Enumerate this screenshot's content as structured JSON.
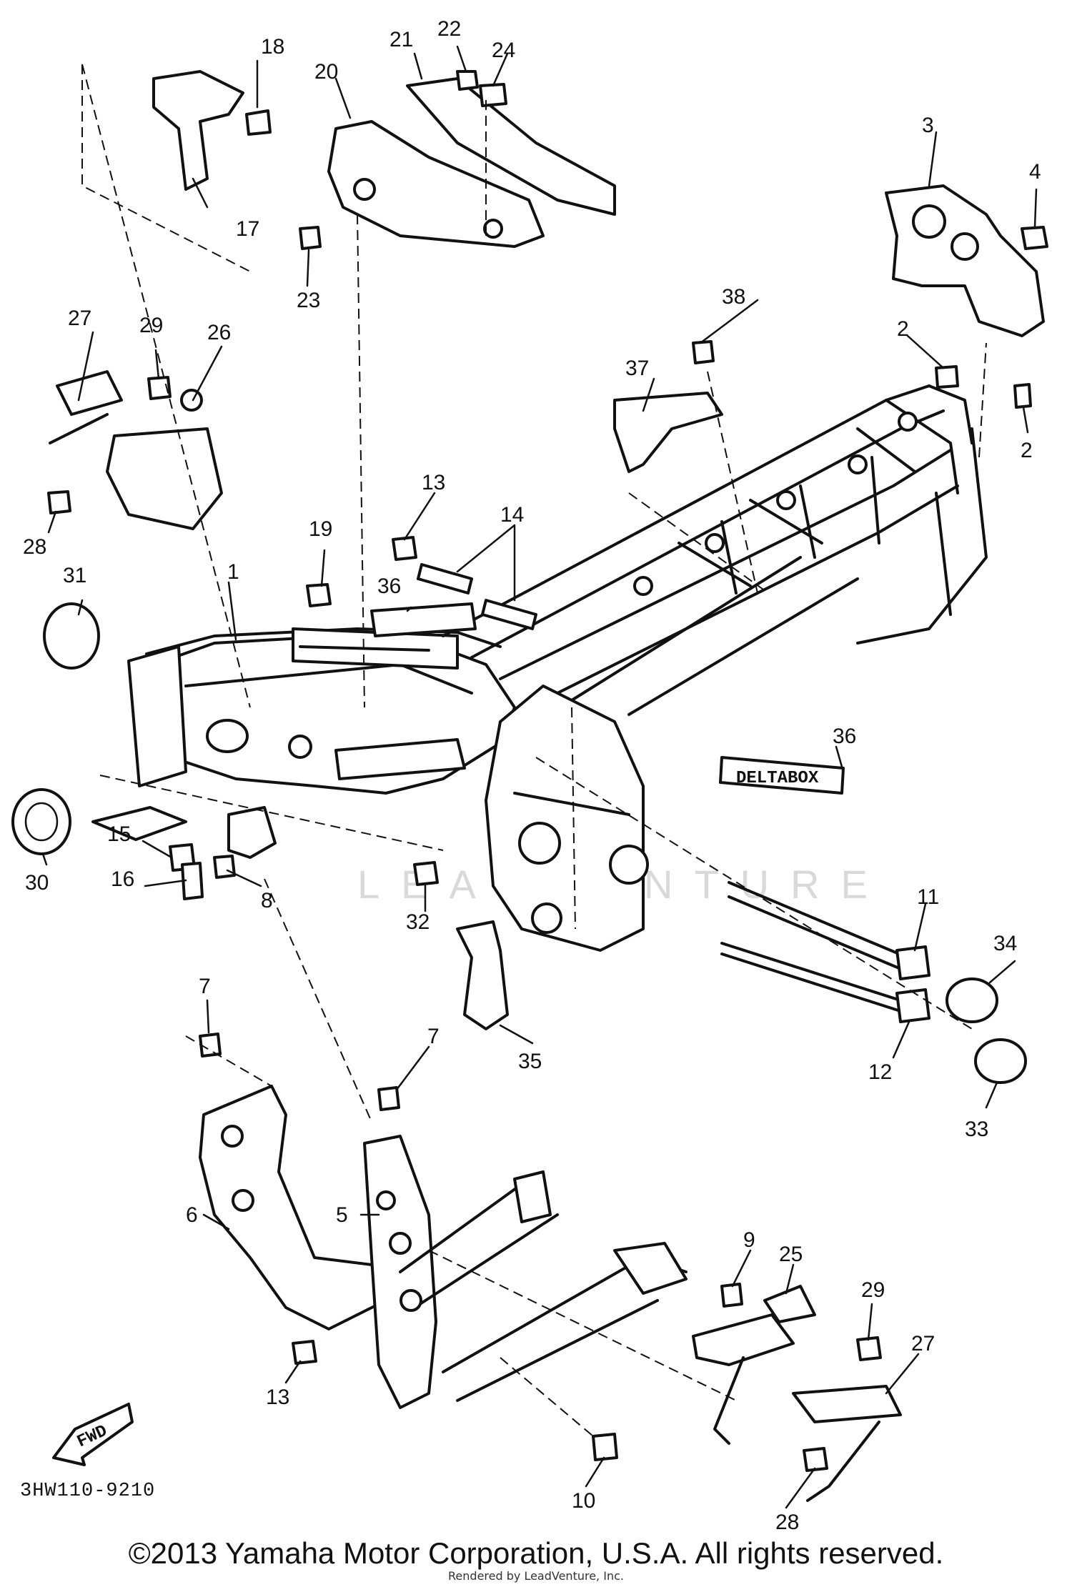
{
  "diagram": {
    "part_code": "3HW110-9210",
    "copyright": "©2013 Yamaha Motor Corporation, U.S.A. All rights reserved.",
    "renderer_credit": "Rendered by LeadVenture, Inc.",
    "watermark": "LEADVENTURE",
    "frame_badge": "DELTABOX",
    "fwd_badge": "FWD",
    "callouts": [
      {
        "id": "c1",
        "label": "1"
      },
      {
        "id": "c2a",
        "label": "2"
      },
      {
        "id": "c2b",
        "label": "2"
      },
      {
        "id": "c3",
        "label": "3"
      },
      {
        "id": "c4",
        "label": "4"
      },
      {
        "id": "c5",
        "label": "5"
      },
      {
        "id": "c6",
        "label": "6"
      },
      {
        "id": "c7a",
        "label": "7"
      },
      {
        "id": "c7b",
        "label": "7"
      },
      {
        "id": "c8",
        "label": "8"
      },
      {
        "id": "c9",
        "label": "9"
      },
      {
        "id": "c10",
        "label": "10"
      },
      {
        "id": "c11",
        "label": "11"
      },
      {
        "id": "c12",
        "label": "12"
      },
      {
        "id": "c13a",
        "label": "13"
      },
      {
        "id": "c13b",
        "label": "13"
      },
      {
        "id": "c14",
        "label": "14"
      },
      {
        "id": "c15",
        "label": "15"
      },
      {
        "id": "c16",
        "label": "16"
      },
      {
        "id": "c17",
        "label": "17"
      },
      {
        "id": "c18",
        "label": "18"
      },
      {
        "id": "c19",
        "label": "19"
      },
      {
        "id": "c20",
        "label": "20"
      },
      {
        "id": "c21",
        "label": "21"
      },
      {
        "id": "c22",
        "label": "22"
      },
      {
        "id": "c23",
        "label": "23"
      },
      {
        "id": "c24",
        "label": "24"
      },
      {
        "id": "c25",
        "label": "25"
      },
      {
        "id": "c26",
        "label": "26"
      },
      {
        "id": "c27a",
        "label": "27"
      },
      {
        "id": "c27b",
        "label": "27"
      },
      {
        "id": "c28a",
        "label": "28"
      },
      {
        "id": "c28b",
        "label": "28"
      },
      {
        "id": "c29a",
        "label": "29"
      },
      {
        "id": "c29b",
        "label": "29"
      },
      {
        "id": "c30",
        "label": "30"
      },
      {
        "id": "c31",
        "label": "31"
      },
      {
        "id": "c32",
        "label": "32"
      },
      {
        "id": "c33",
        "label": "33"
      },
      {
        "id": "c34",
        "label": "34"
      },
      {
        "id": "c35",
        "label": "35"
      },
      {
        "id": "c36a",
        "label": "36"
      },
      {
        "id": "c36b",
        "label": "36"
      },
      {
        "id": "c37",
        "label": "37"
      },
      {
        "id": "c38",
        "label": "38"
      }
    ]
  }
}
